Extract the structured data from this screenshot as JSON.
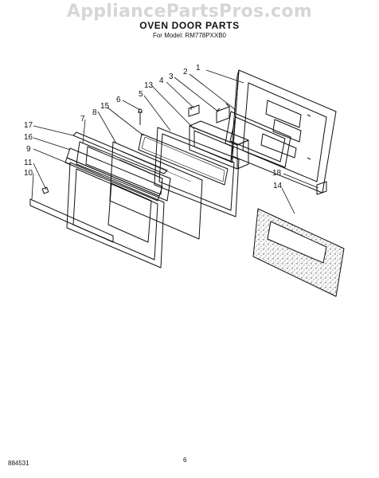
{
  "watermark": "AppliancePartsPros.com",
  "header": {
    "title": "OVEN DOOR PARTS",
    "subtitle": "For Model: RM778PXXB0"
  },
  "callouts": [
    "1",
    "2",
    "3",
    "13",
    "4",
    "5",
    "6",
    "15",
    "8",
    "7",
    "17",
    "16",
    "9",
    "11",
    "10",
    "18",
    "14"
  ],
  "footer": {
    "doc_id": "884531",
    "page": "6"
  }
}
